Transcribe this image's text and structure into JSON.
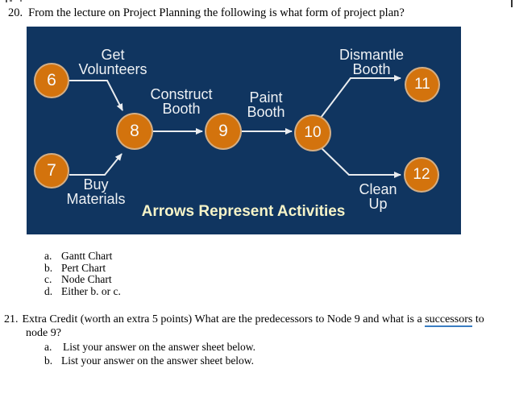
{
  "q20": {
    "number": "20.",
    "text": "From the lecture on Project Planning the following is what form of project plan?",
    "options": [
      {
        "letter": "a.",
        "text": "Gantt Chart"
      },
      {
        "letter": "b.",
        "text": "Pert Chart"
      },
      {
        "letter": "c.",
        "text": "Node Chart"
      },
      {
        "letter": "d.",
        "text": "Either b. or c."
      }
    ]
  },
  "diagram": {
    "caption": "Arrows Represent Activities",
    "node_ids": [
      "6",
      "7",
      "8",
      "9",
      "10",
      "11",
      "12"
    ],
    "activities": [
      {
        "name": "get-volunteers",
        "line1": "Get",
        "line2": "Volunteers"
      },
      {
        "name": "construct-booth",
        "line1": "Construct",
        "line2": "Booth"
      },
      {
        "name": "paint-booth",
        "line1": "Paint",
        "line2": "Booth"
      },
      {
        "name": "dismantle-booth",
        "line1": "Dismantle",
        "line2": "Booth"
      },
      {
        "name": "buy-materials",
        "line1": "Buy",
        "line2": "Materials"
      },
      {
        "name": "clean-up",
        "line1": "Clean",
        "line2": "Up"
      }
    ],
    "edges": [
      {
        "from": "6",
        "to": "8",
        "activity": "Get Volunteers"
      },
      {
        "from": "7",
        "to": "8",
        "activity": "Buy Materials"
      },
      {
        "from": "8",
        "to": "9",
        "activity": "Construct Booth"
      },
      {
        "from": "9",
        "to": "10",
        "activity": "Paint Booth"
      },
      {
        "from": "10",
        "to": "11",
        "activity": "Dismantle Booth"
      },
      {
        "from": "10",
        "to": "12",
        "activity": "Clean Up"
      }
    ],
    "colors": {
      "slide_background": "#103560",
      "node_fill": "#d3730d",
      "node_text": "#f8f9fa",
      "arrow": "#e9ecef",
      "label_text": "#eef1f4",
      "caption_text": "#f6f4c8"
    }
  },
  "q21": {
    "number": "21.",
    "line1_before": "Extra Credit (worth an extra 5 points) What are the predecessors to Node 9 and what is a ",
    "underlined_word": "successors",
    "underline_color": "#3a7dc2",
    "line1_after": " to",
    "line2": "node 9?",
    "options": [
      {
        "letter": "a.",
        "text": "List your answer on the answer sheet below."
      },
      {
        "letter": "b.",
        "text": "List your answer on the answer sheet below."
      }
    ]
  }
}
